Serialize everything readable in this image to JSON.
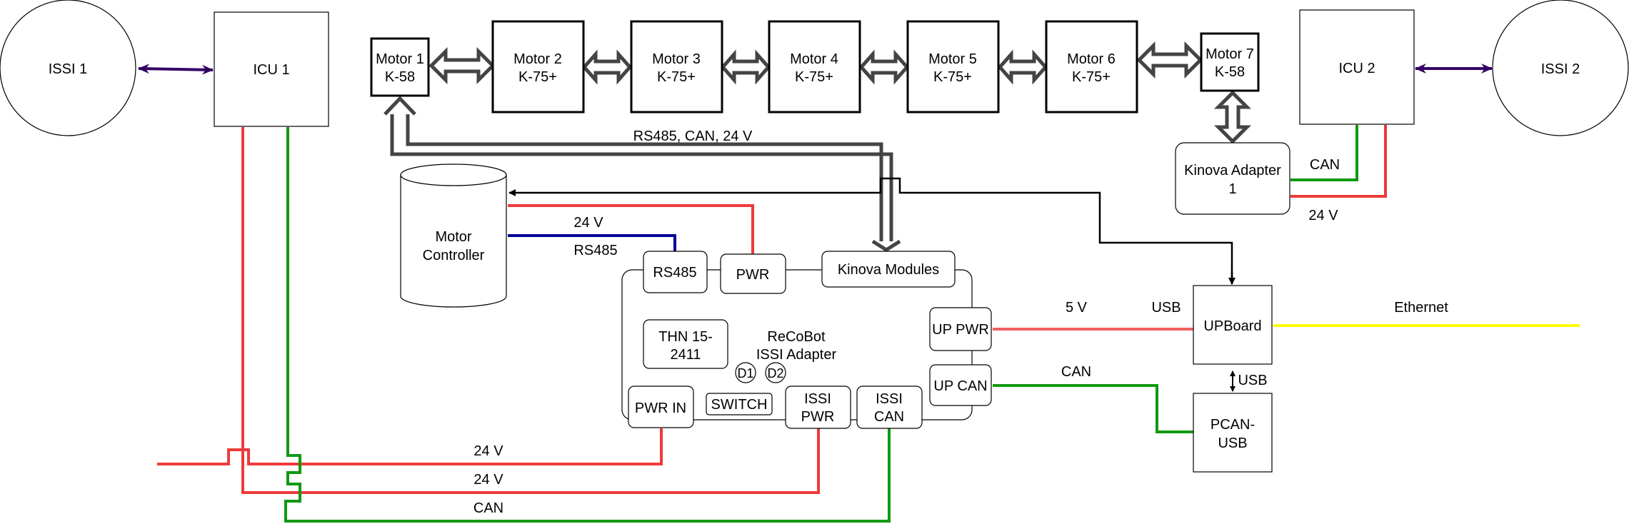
{
  "colors": {
    "power": "#ee3a3a",
    "can": "#119911",
    "rs485": "#000099",
    "usb_power": "#f06060",
    "ethernet": "#ffff00",
    "link": "#330066",
    "bus": "#444444",
    "outline": "#000000"
  },
  "nodes": {
    "issi1": "ISSI 1",
    "icu1": "ICU 1",
    "issi2": "ISSI 2",
    "icu2": "ICU 2",
    "motor1": [
      "Motor 1",
      "K-58"
    ],
    "motor2": [
      "Motor 2",
      "K-75+"
    ],
    "motor3": [
      "Motor 3",
      "K-75+"
    ],
    "motor4": [
      "Motor 4",
      "K-75+"
    ],
    "motor5": [
      "Motor 5",
      "K-75+"
    ],
    "motor6": [
      "Motor 6",
      "K-75+"
    ],
    "motor7": [
      "Motor 7",
      "K-58"
    ],
    "kinova_adapter": [
      "Kinova Adapter",
      "1"
    ],
    "motor_controller": [
      "Motor",
      "Controller"
    ],
    "rs485": "RS485",
    "pwr": "PWR",
    "kinova_modules": "Kinova Modules",
    "thn": [
      "THN 15-",
      "2411"
    ],
    "adapter_title": [
      "ReCoBot",
      "ISSI Adapter"
    ],
    "d1": "D1",
    "d2": "D2",
    "up_pwr": "UP PWR",
    "up_can": "UP CAN",
    "pwr_in": "PWR IN",
    "switch": "SWITCH",
    "issi_pwr": [
      "ISSI",
      "PWR"
    ],
    "issi_can": [
      "ISSI",
      "CAN"
    ],
    "upboard": "UPBoard",
    "pcan": [
      "PCAN-",
      "USB"
    ]
  },
  "labels": {
    "bus": "RS485, CAN, 24 V",
    "mc_24v": "24 V",
    "mc_rs485": "RS485",
    "ka_can": "CAN",
    "ka_24v": "24 V",
    "up_5v": "5 V",
    "up_usb": "USB",
    "ethernet": "Ethernet",
    "up_can": "CAN",
    "pcan_usb": "USB",
    "bottom_24v_1": "24 V",
    "bottom_24v_2": "24 V",
    "bottom_can": "CAN"
  }
}
